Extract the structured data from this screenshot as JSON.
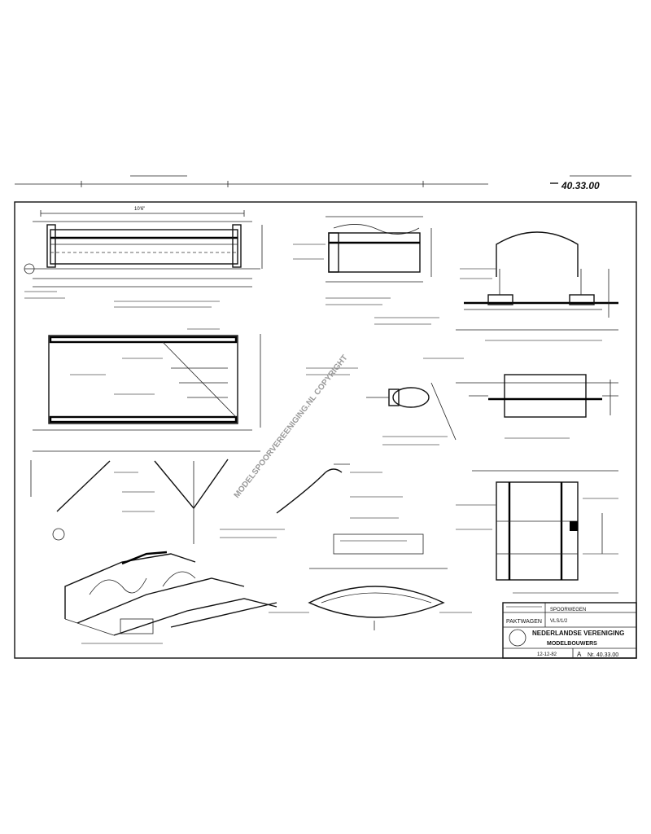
{
  "sheet": {
    "reference_number": "40.33.00",
    "watermark": "MODELSPOORVEREENIGING.NL COPYRIGHT",
    "views": {
      "top_left_a": "10'6\""
    }
  },
  "title_block": {
    "drawing_type": "PAKTWAGEN",
    "line1": "SPOORWEGEN",
    "line2": "VLS/1/2",
    "org_line1": "NEDERLANDSE VERENIGING",
    "org_line2": "MODELBOUWERS",
    "sheet_ref": "Nr. 40.33.00",
    "revision": "A",
    "date": "12-12-82"
  }
}
